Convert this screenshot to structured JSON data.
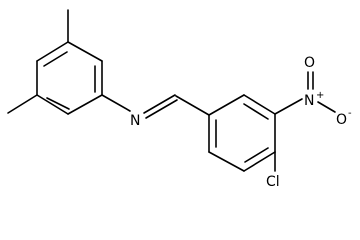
{
  "molecule": {
    "atoms": {
      "imine_nitrogen": "N",
      "nitro_nitrogen": "N",
      "nitro_oxygen_top": "O",
      "nitro_oxygen_right": "O",
      "chlorine": "Cl"
    },
    "charges": {
      "nitro_nitrogen": "+",
      "nitro_oxygen_right": "-"
    }
  },
  "colors": {
    "bond": "#000000",
    "label": "#000000",
    "background": "#ffffff"
  }
}
